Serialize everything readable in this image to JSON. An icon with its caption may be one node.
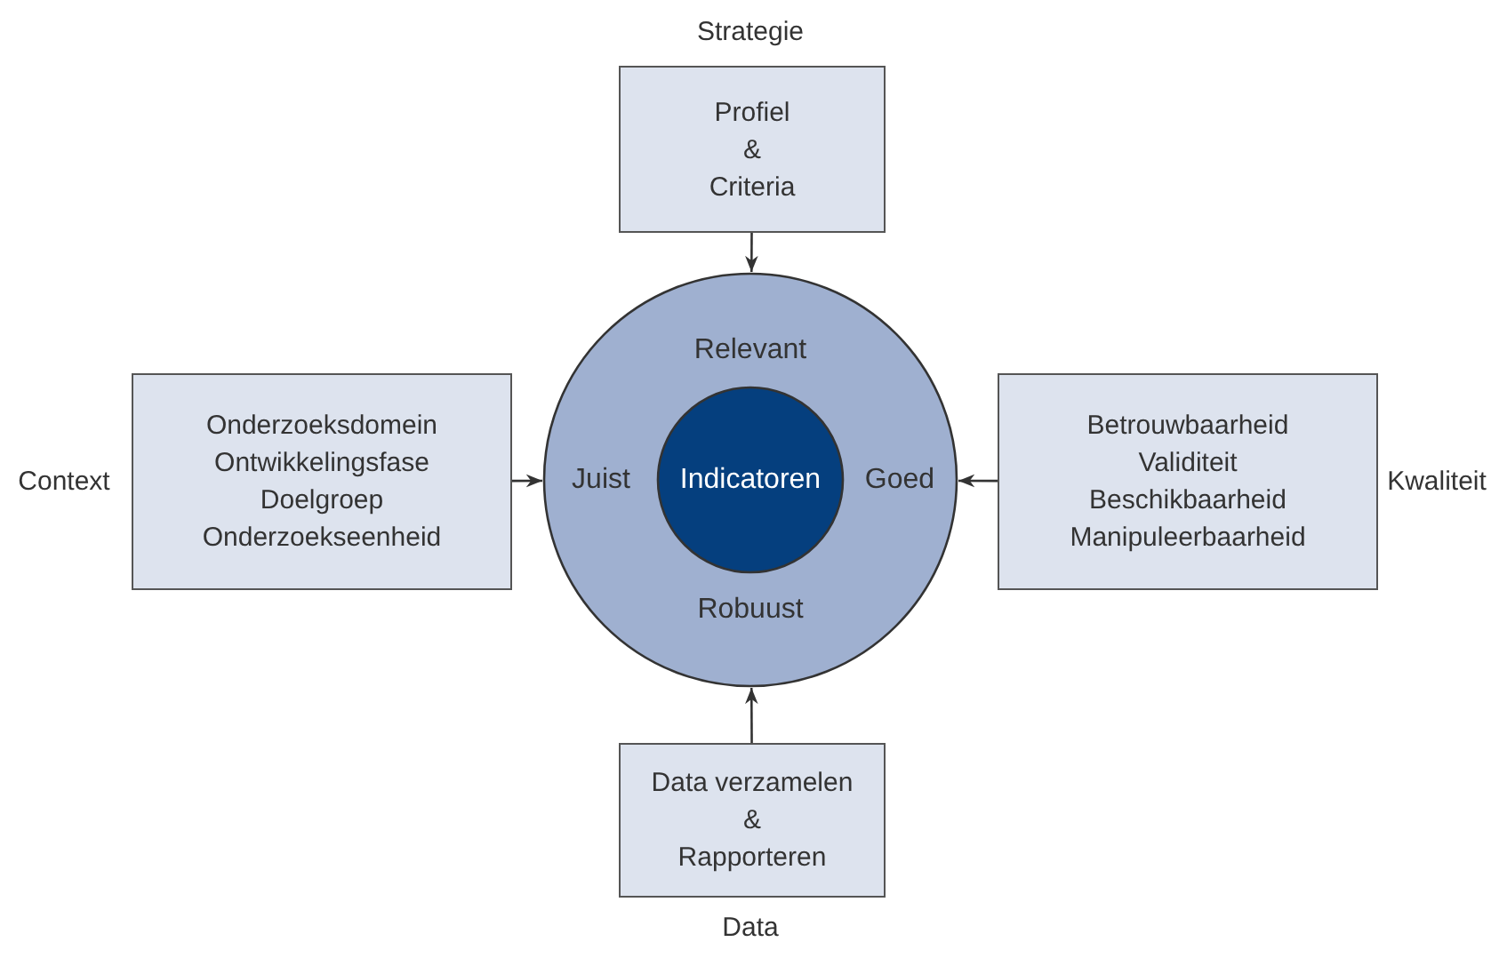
{
  "diagram": {
    "nodes": [
      {
        "text": [
          "Relevant",
          "Juist",
          "Goed",
          "Robuust"
        ]
      },
      {
        "text": [
          "Indicatoren"
        ],
        "in": 0
      },
      {
        "text": [
          "Profiel",
          "&",
          "Criteria"
        ],
        "beside": [
          "Strategie"
        ]
      },
      {
        "text": [
          "Onderzoeksdomein",
          "Ontwikkelingsfase",
          "Doelgroep",
          "Onderzoekseenheid"
        ],
        "beside": [
          "Context"
        ]
      },
      {
        "text": [
          "Betrouwbaarheid",
          "Validiteit",
          "Beschikbaarheid",
          "Manipuleerbaarheid"
        ],
        "beside": [
          "Kwaliteit"
        ]
      },
      {
        "text": [
          "Data verzamelen",
          "&",
          "Rapporteren"
        ],
        "beside": [
          "Data"
        ]
      }
    ],
    "edges": [
      {
        "from": 2,
        "to": 0,
        "arrow": "to"
      },
      {
        "from": 3,
        "to": 0,
        "arrow": "to"
      },
      {
        "from": 4,
        "to": 0,
        "arrow": "to"
      },
      {
        "from": 5,
        "to": 0,
        "arrow": "to"
      }
    ]
  }
}
